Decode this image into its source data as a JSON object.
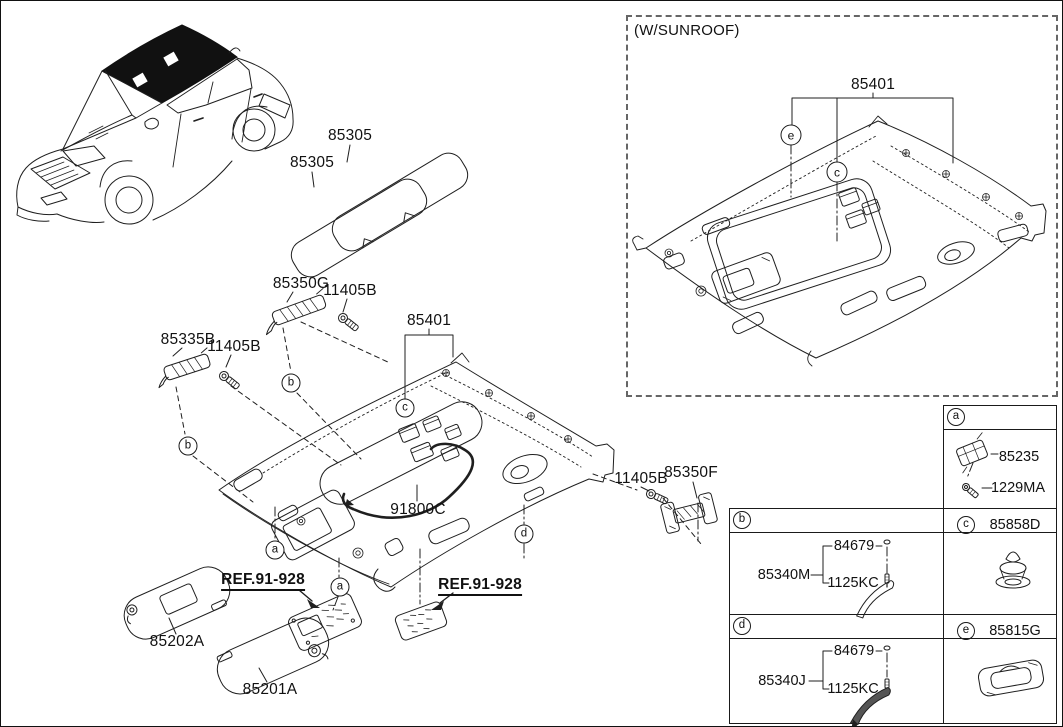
{
  "figure": {
    "sunroof_caption": "(W/SUNROOF)"
  },
  "labels": {
    "pad_upper": "85305",
    "pad_lower": "85305",
    "bracket_85350g": "85350G",
    "bolt_upper": "11405B",
    "bracket_85335b": "85335B",
    "bolt_left": "11405B",
    "headlining": "85401",
    "headlining_sunroof": "85401",
    "wiring_assy": "91800C",
    "bolt_right": "11405B",
    "bracket_85350f": "85350F",
    "sunvisor_right": "85202A",
    "sunvisor_left": "85201A",
    "ref_overhead_console": "REF.91-928",
    "ref_room_lamp": "REF.91-928"
  },
  "callouts": {
    "a": "a",
    "b": "b",
    "c": "c",
    "d": "d",
    "e": "e"
  },
  "legend": {
    "cell_a": {
      "callout": "a",
      "retainer": "85235",
      "screw": "1229MA"
    },
    "cell_b": {
      "callout": "b",
      "assembly": "85340M",
      "screw": "84679",
      "handle": "1125KC"
    },
    "cell_c": {
      "callout": "c",
      "part": "85858D"
    },
    "cell_d": {
      "callout": "d",
      "assembly": "85340J",
      "screw": "84679",
      "handle": "1125KC"
    },
    "cell_e": {
      "callout": "e",
      "part": "85815G"
    }
  }
}
